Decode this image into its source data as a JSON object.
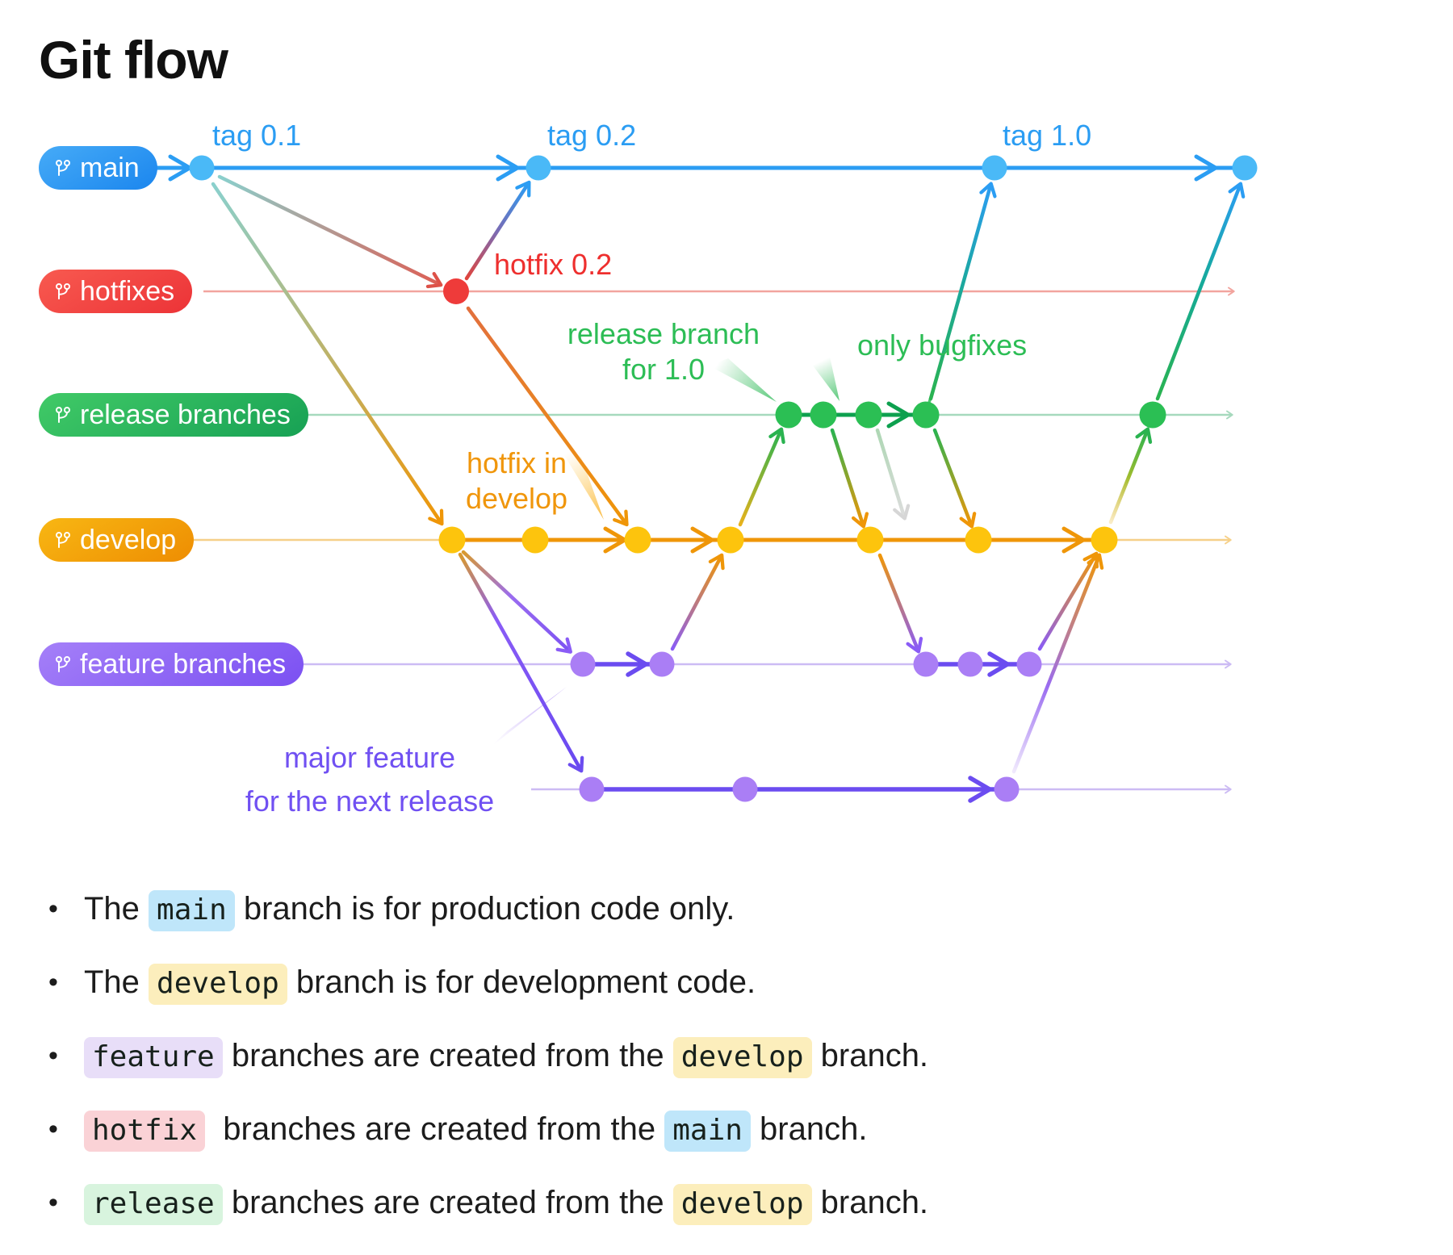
{
  "title": "Git flow",
  "branches": {
    "main": {
      "label": "main",
      "color": "#2b9df3"
    },
    "hotfixes": {
      "label": "hotfixes",
      "color": "#ee3b3a"
    },
    "release": {
      "label": "release branches",
      "color": "#2bbf54"
    },
    "develop": {
      "label": "develop",
      "color": "#ef9608"
    },
    "feature": {
      "label": "feature branches",
      "color": "#aa7ef5"
    }
  },
  "annotations": {
    "tag01": "tag 0.1",
    "tag02": "tag 0.2",
    "tag10": "tag 1.0",
    "hotfix02": "hotfix 0.2",
    "release_line1": "release branch",
    "release_line2": "for 1.0",
    "only_bugfixes": "only bugfixes",
    "hotfix_dev_line1": "hotfix in",
    "hotfix_dev_line2": "develop",
    "major_line1": "major feature",
    "major_line2": "for the next release"
  },
  "diagram": {
    "rows": [
      "main",
      "hotfixes",
      "release branches",
      "develop",
      "feature branches",
      "major feature"
    ],
    "commits": {
      "main": [
        "tag 0.1",
        "tag 0.2",
        "tag 1.0",
        "end"
      ],
      "hotfixes": [
        "hotfix 0.2"
      ],
      "release": [
        "r1",
        "r2",
        "r3",
        "r4",
        "r5"
      ],
      "develop": [
        "d1",
        "d2",
        "d3",
        "d4",
        "d5",
        "d6",
        "d7"
      ],
      "feature": [
        "f1",
        "f2",
        "f3",
        "f4",
        "f5"
      ],
      "major_feature": [
        "m1",
        "m2",
        "m3"
      ]
    },
    "connections": [
      "main(tag 0.1) -> hotfix 0.2",
      "main(tag 0.1) -> develop d1",
      "hotfix 0.2 -> main(tag 0.2)",
      "hotfix 0.2 -> develop d3 (hotfix in develop)",
      "develop d1 -> feature f1",
      "develop d1 -> major feature m1",
      "feature f2 -> develop d4",
      "develop d4 -> release r1 (release branch for 1.0)",
      "release r2 -> develop d5",
      "release r3 -> develop (faded)",
      "release r4 -> develop d6 (only bugfixes)",
      "release r4 -> main(tag 1.0)",
      "develop d5 -> feature f3",
      "feature f5 -> develop d7",
      "major feature m3 -> develop d7",
      "develop d7 -> release r5",
      "release r5 -> main(end)"
    ]
  },
  "bullets": {
    "b1": {
      "pre": "The ",
      "chip": "main",
      "post": " branch is for production code only."
    },
    "b2": {
      "pre": "The ",
      "chip": "develop",
      "post": " branch is for development code."
    },
    "b3": {
      "chip1": "feature",
      "mid": " branches are created from the ",
      "chip2": "develop",
      "post": " branch."
    },
    "b4": {
      "chip1": "hotfix",
      "mid": "  branches are created from the ",
      "chip2": "main",
      "post": " branch."
    },
    "b5": {
      "chip1": "release",
      "mid": " branches are created from the ",
      "chip2": "develop",
      "post": " branch."
    }
  },
  "colors": {
    "main_line": "#2b9df3",
    "main_dot": "#4ab9f7",
    "hotfix_line": "#f2a49e",
    "hotfix_dot": "#ee3b3a",
    "release_line_faint": "#a6d9bd",
    "release_line_bold": "#0da04e",
    "release_dot": "#2bbf54",
    "develop_line_faint": "#f6d089",
    "develop_line_bold": "#ef9608",
    "develop_dot": "#fdc40d",
    "feature_line_faint": "#ccbbf4",
    "feature_line_bold": "#6b4cf0",
    "feature_dot": "#aa7ef5",
    "chip_main": "#bfe6fa",
    "chip_develop": "#fceebc",
    "chip_feature": "#e8def8",
    "chip_hotfix": "#fad2d6",
    "chip_release": "#d8f4de"
  }
}
